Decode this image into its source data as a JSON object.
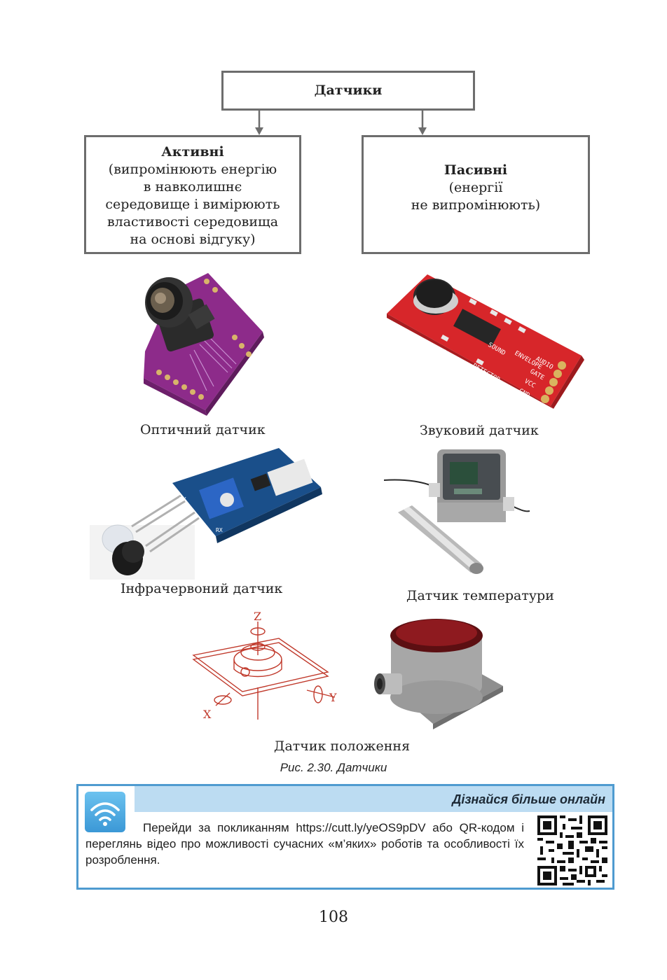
{
  "diagram": {
    "root": "Датчики",
    "active": {
      "title": "Активні",
      "lines": [
        "(випромінюють енергію",
        "в навколишнє",
        "середовище і вимірюють",
        "властивості середовища",
        "на основі відгуку)"
      ]
    },
    "passive": {
      "title": "Пасивні",
      "lines": [
        "(енергії",
        "не випромінюють)"
      ]
    }
  },
  "sensors": {
    "optical": "Оптичний датчик",
    "sound": "Звуковий датчик",
    "infrared": "Інфрачервоний датчик",
    "temperature": "Датчик температури",
    "position": "Датчик положення"
  },
  "sound_board": {
    "labels": [
      "SOUND",
      "DETECTOR",
      "SOUND",
      "ENVELOPE",
      "AUDIO",
      "GATE",
      "VCC",
      "GND"
    ]
  },
  "ir_board": {
    "labels": [
      "TX",
      "RX"
    ]
  },
  "axes": {
    "z": "Z",
    "y": "Y",
    "x": "X"
  },
  "figure_caption": "Рис. 2.30. Датчики",
  "online": {
    "heading": "Дізнайся більше онлайн",
    "text_line1": "Перейди за покликанням https://cutt.ly/yeOS9pDV або",
    "text_rest": "QR-кодом і переглянь відео про можливості сучасних «м’яких» роботів та особливості їх розроблення.",
    "icon": "wifi-icon"
  },
  "page_number": "108",
  "colors": {
    "accent": "#4f9bd0",
    "header_bg": "#bcdcf2",
    "box_border": "#6d6d6d"
  }
}
